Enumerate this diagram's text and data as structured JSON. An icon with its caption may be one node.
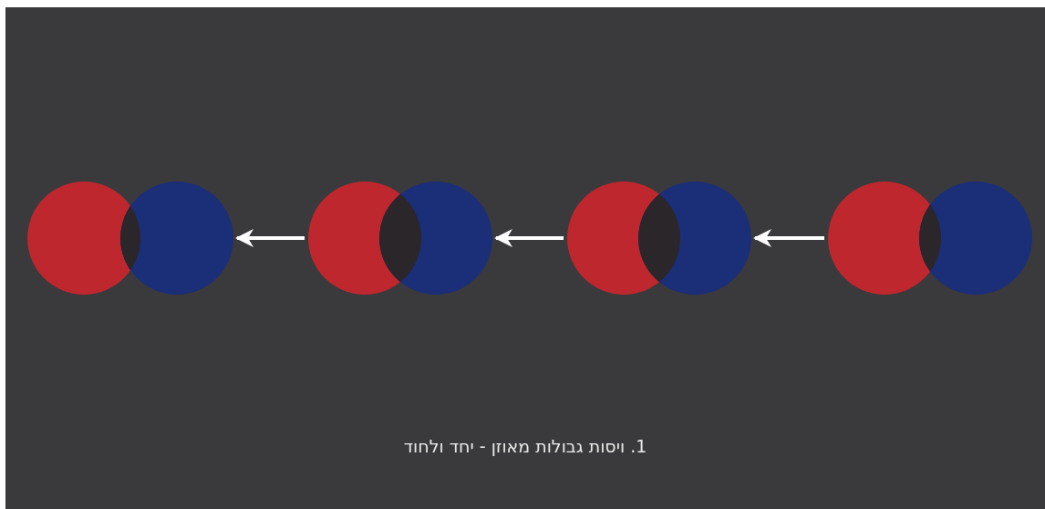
{
  "diagram": {
    "caption": "1. ויסות גבולות מאוזן - יחד ולחוד",
    "nodes": [
      {
        "text": [],
        "shape": "circles"
      },
      {
        "text": [],
        "shape": "circles"
      },
      {
        "text": [],
        "shape": "circles"
      },
      {
        "text": [],
        "shape": "circles"
      }
    ],
    "edges": [
      {
        "from": 1,
        "to": 0,
        "arrow": "to"
      },
      {
        "from": 2,
        "to": 1,
        "arrow": "to"
      },
      {
        "from": 3,
        "to": 2,
        "arrow": "to"
      }
    ]
  }
}
